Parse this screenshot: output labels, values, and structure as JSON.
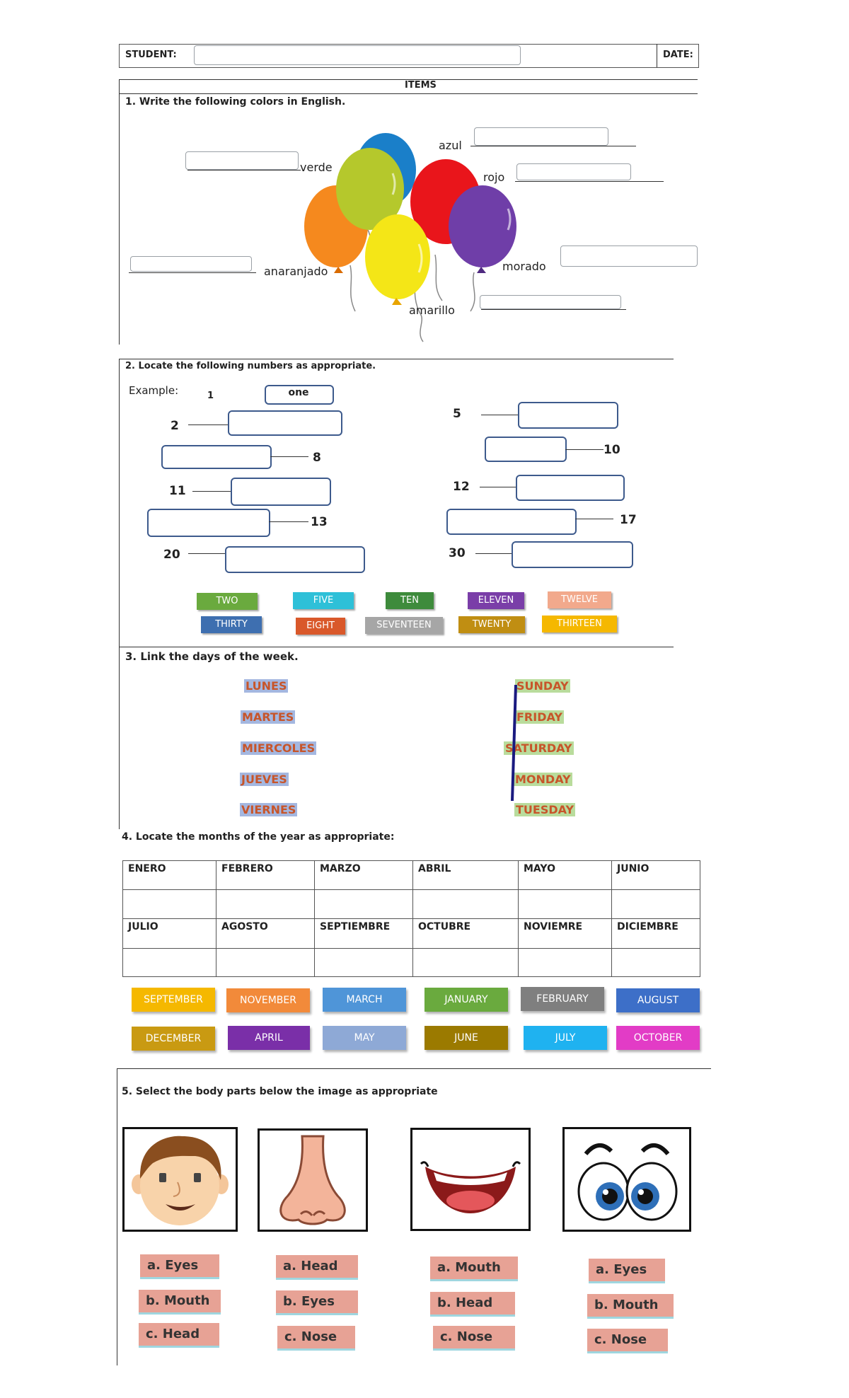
{
  "header": {
    "student_label": "STUDENT:",
    "date_label": "DATE:",
    "items_label": "ITEMS"
  },
  "section1": {
    "title": "1.   Write the following colors in English.",
    "colors": [
      "verde",
      "azul",
      "rojo",
      "anaranjado",
      "morado",
      "amarillo"
    ],
    "balloon_colors": {
      "green": "#b5c82c",
      "blue": "#1a7fc9",
      "red": "#e9151b",
      "orange": "#f5891e",
      "purple": "#6f3ea8",
      "yellow": "#f4e617"
    }
  },
  "section2": {
    "title": "2.   Locate the following numbers as appropriate.",
    "example_label": "Example:",
    "example_number": "1",
    "example_word": "one",
    "numbers": [
      "2",
      "8",
      "11",
      "13",
      "20",
      "5",
      "10",
      "12",
      "17",
      "30"
    ],
    "tiles": [
      {
        "label": "TWO",
        "color": "#6aaa3e"
      },
      {
        "label": "FIVE",
        "color": "#2ec0d8"
      },
      {
        "label": "TEN",
        "color": "#3e8b3c"
      },
      {
        "label": "ELEVEN",
        "color": "#7a3ea8"
      },
      {
        "label": "TWELVE",
        "color": "#f2a98c"
      },
      {
        "label": "THIRTY",
        "color": "#3e6fb0"
      },
      {
        "label": "EIGHT",
        "color": "#d9582a"
      },
      {
        "label": "SEVENTEEN",
        "color": "#a6a6a6"
      },
      {
        "label": "TWENTY",
        "color": "#c08e12"
      },
      {
        "label": "THIRTEEN",
        "color": "#f5b800"
      }
    ]
  },
  "section3": {
    "title": "3.   Link the days of the week.",
    "spanish": [
      "LUNES",
      "MARTES",
      "MIERCOLES",
      "JUEVES",
      "VIERNES"
    ],
    "english": [
      "SUNDAY",
      "FRIDAY",
      "SATURDAY",
      "MONDAY",
      "TUESDAY"
    ],
    "spanish_bg": "#a4b7e0",
    "english_bg": "#b9dc9c",
    "text_color": "#c7552a"
  },
  "section4": {
    "title": "4.   Locate the months of the year as appropriate:",
    "row1": [
      "ENERO",
      "FEBRERO",
      "MARZO",
      "ABRIL",
      "MAYO",
      "JUNIO"
    ],
    "row2": [
      "JULIO",
      "AGOSTO",
      "SEPTIEMBRE",
      "OCTUBRE",
      "NOVIEMRE",
      "DICIEMBRE"
    ],
    "tiles": [
      {
        "label": "SEPTEMBER",
        "color": "#f5b800"
      },
      {
        "label": "NOVEMBER",
        "color": "#f28a3a"
      },
      {
        "label": "MARCH",
        "color": "#4f95d8"
      },
      {
        "label": "JANUARY",
        "color": "#6aaa3e"
      },
      {
        "label": "FEBRUARY",
        "color": "#7f7f7f"
      },
      {
        "label": "AUGUST",
        "color": "#3d6fc8"
      },
      {
        "label": "DECEMBER",
        "color": "#c99a12"
      },
      {
        "label": "APRIL",
        "color": "#7a2fa8"
      },
      {
        "label": "MAY",
        "color": "#8ea9d6"
      },
      {
        "label": "JUNE",
        "color": "#9b7a00"
      },
      {
        "label": "JULY",
        "color": "#1fb2f0"
      },
      {
        "label": "OCTOBER",
        "color": "#e23cc6"
      }
    ]
  },
  "section5": {
    "title": "5.   Select the body parts below the image as appropriate",
    "cards": [
      {
        "image": "face-icon",
        "options": [
          "a. Eyes",
          "b. Mouth",
          "c. Head"
        ]
      },
      {
        "image": "nose-icon",
        "options": [
          "a. Head",
          "b. Eyes",
          "c. Nose"
        ]
      },
      {
        "image": "mouth-icon",
        "options": [
          "a. Mouth",
          "b. Head",
          "c. Nose"
        ]
      },
      {
        "image": "eyes-icon",
        "options": [
          "a. Eyes",
          "b. Mouth",
          "c. Nose"
        ]
      }
    ]
  }
}
